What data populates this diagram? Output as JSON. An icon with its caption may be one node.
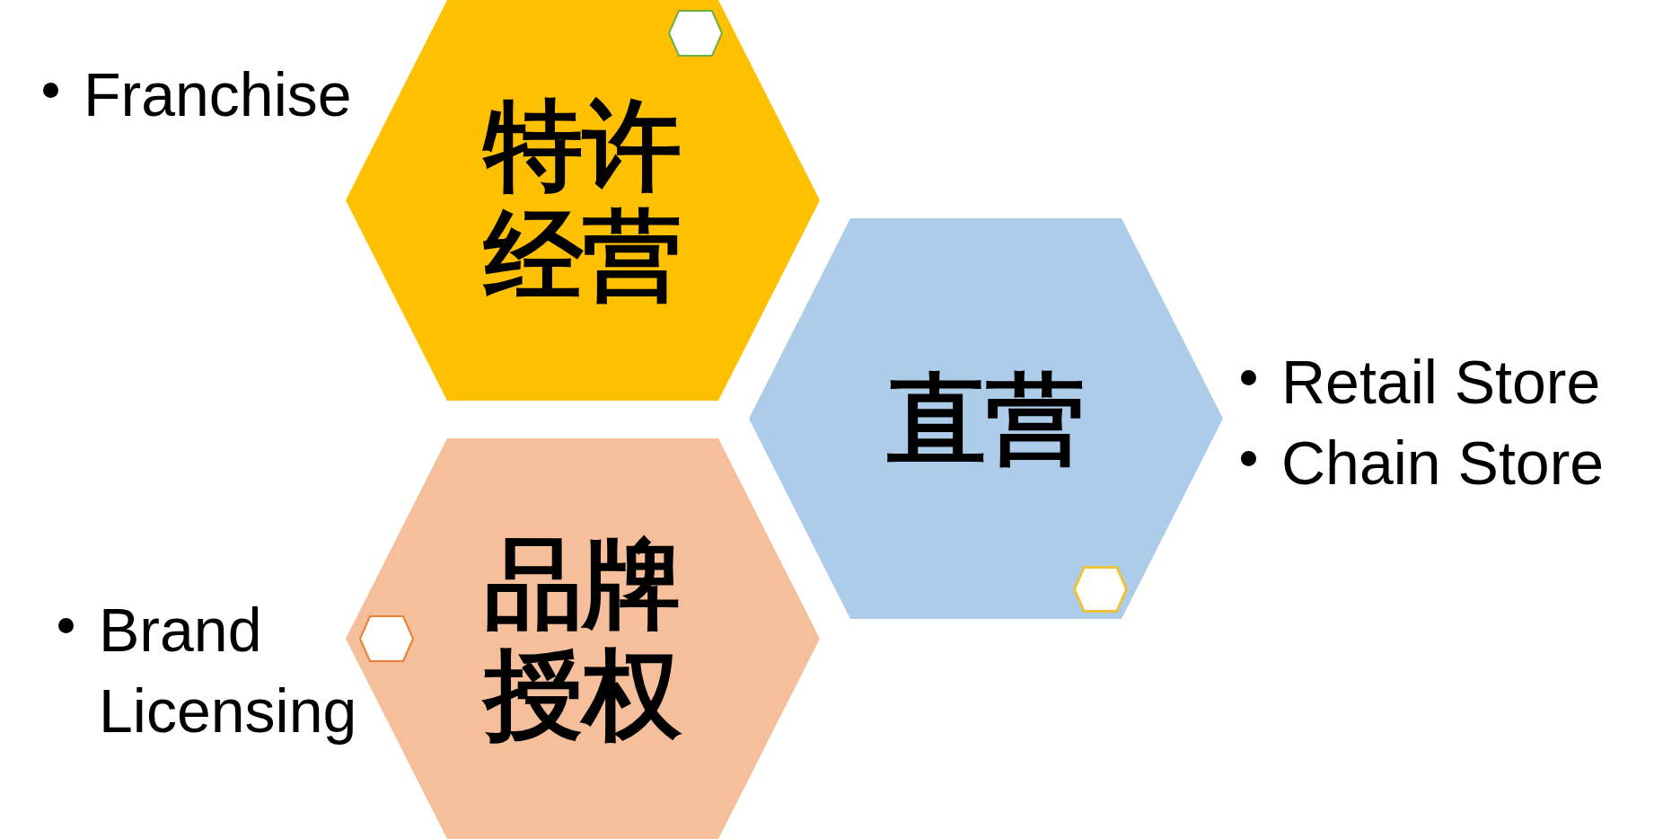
{
  "diagram": {
    "nodes": [
      {
        "text": [
          "特许经营"
        ],
        "beside": [
          "Franchise"
        ]
      },
      {
        "text": [],
        "shape": "hexagon",
        "in": 0
      },
      {
        "text": [
          "直营"
        ],
        "beside": [
          "Retail Store",
          "Chain Store"
        ]
      },
      {
        "text": [],
        "shape": "hexagon",
        "in": 2
      },
      {
        "text": [
          "品牌授权"
        ],
        "beside": [
          "Brand Licensing"
        ]
      },
      {
        "text": [],
        "shape": "hexagon",
        "in": 4
      }
    ]
  }
}
